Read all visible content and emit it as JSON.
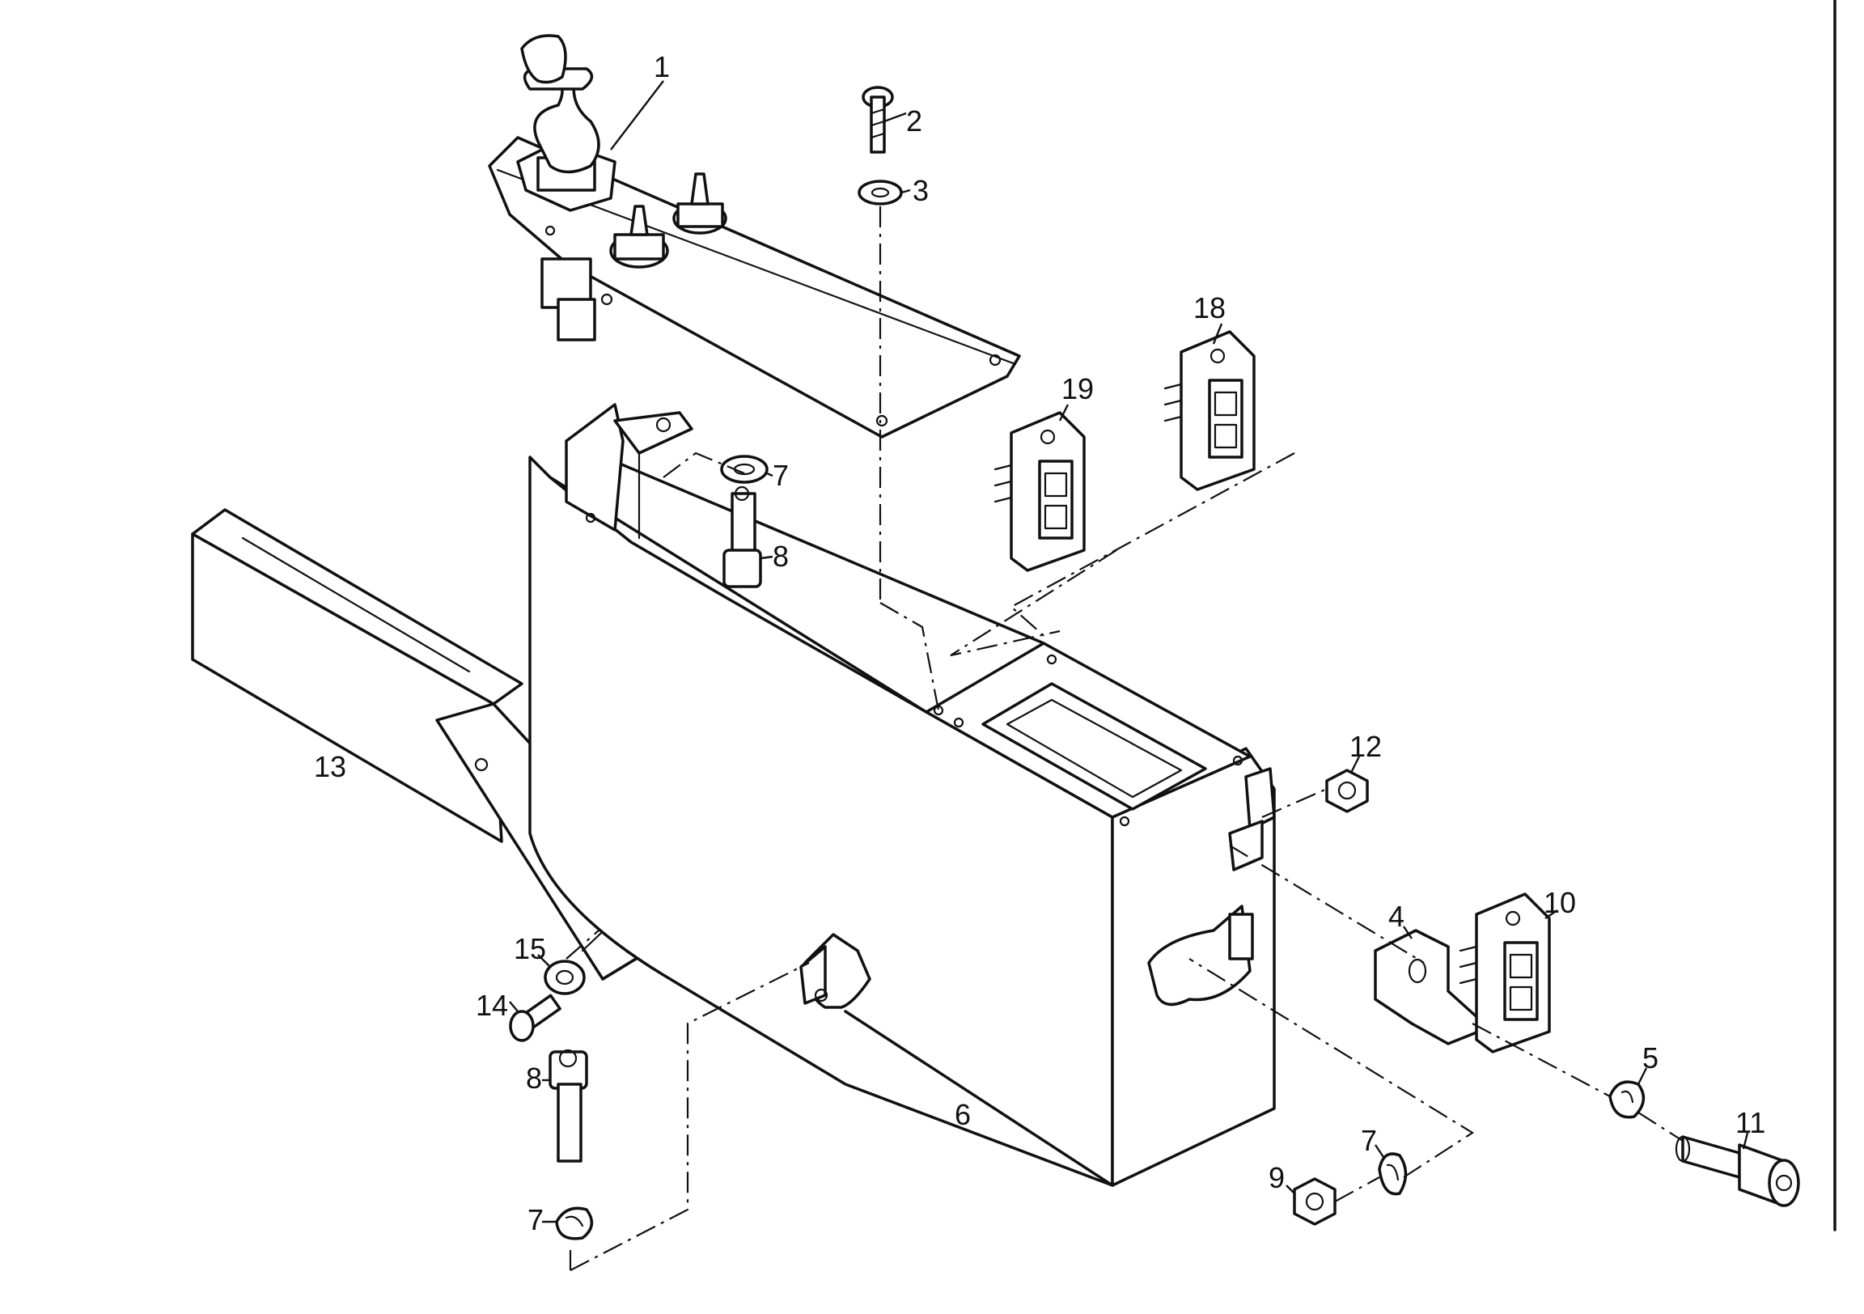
{
  "callouts": {
    "c1": "1",
    "c2": "2",
    "c3": "3",
    "c4": "4",
    "c5": "5",
    "c6": "6",
    "c7a": "7",
    "c7b": "7",
    "c7c": "7",
    "c8a": "8",
    "c8b": "8",
    "c9": "9",
    "c10": "10",
    "c11": "11",
    "c12": "12",
    "c13": "13",
    "c14": "14",
    "c15": "15",
    "c18": "18",
    "c19": "19"
  }
}
